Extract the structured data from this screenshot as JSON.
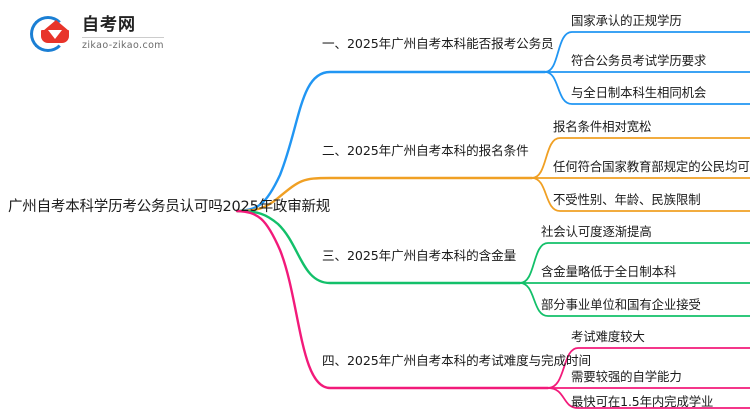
{
  "logo": {
    "name": "自考网",
    "domain": "zikao-zikao.com",
    "ring_color": "#1b7fd4",
    "cap_color": "#e8342a"
  },
  "mindmap": {
    "root": "广州自考本科学历考公务员认可吗2025年政审新规",
    "branches": [
      {
        "label": "一、2025年广州自考本科能否报考公务员",
        "color": "#2196f3",
        "children": [
          "国家承认的正规学历",
          "符合公务员考试学历要求",
          "与全日制本科生相同机会"
        ]
      },
      {
        "label": "二、2025年广州自考本科的报名条件",
        "color": "#f0a024",
        "children": [
          "报名条件相对宽松",
          "任何符合国家教育部规定的公民均可报名",
          "不受性别、年龄、民族限制"
        ]
      },
      {
        "label": "三、2025年广州自考本科的含金量",
        "color": "#13c06a",
        "children": [
          "社会认可度逐渐提高",
          "含金量略低于全日制本科",
          "部分事业单位和国有企业接受"
        ]
      },
      {
        "label": "四、2025年广州自考本科的考试难度与完成时间",
        "color": "#f21a7a",
        "children": [
          "考试难度较大",
          "需要较强的自学能力",
          "最快可在1.5年内完成学业"
        ]
      }
    ]
  }
}
